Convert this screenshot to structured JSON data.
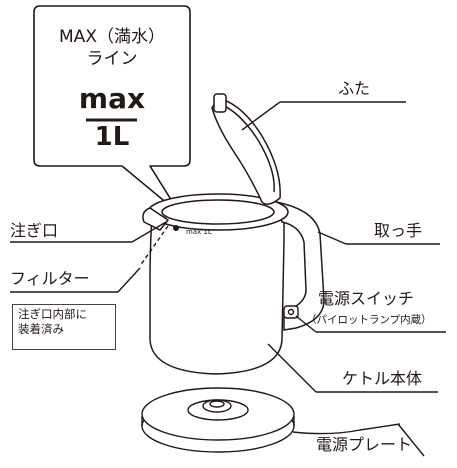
{
  "callout": {
    "line1": "MAX（満水）",
    "line2": "ライン",
    "max_word": "max",
    "volume": "1L"
  },
  "labels": {
    "lid": "ふた",
    "spout": "注ぎ口",
    "handle": "取っ手",
    "filter": "フィルター",
    "power_switch": "電源スイッチ",
    "power_switch_note": "（パイロットランプ内蔵）",
    "kettle_body": "ケトル本体",
    "power_plate": "電源プレート"
  },
  "note": {
    "line1": "注ぎ口内部に",
    "line2": "装着済み"
  },
  "inner_mark": "max 1L"
}
